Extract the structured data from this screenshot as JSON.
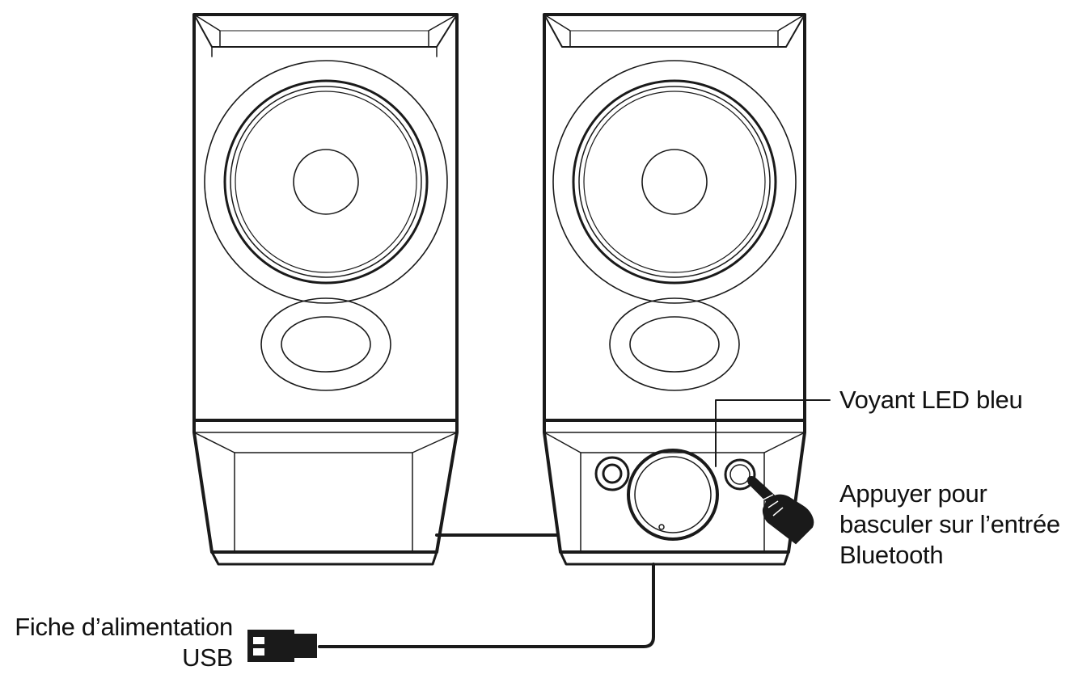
{
  "labels": {
    "led": "Voyant LED bleu",
    "press_line1": "Appuyer pour",
    "press_line2": "basculer sur l’entrée",
    "press_line3": "Bluetooth",
    "usb_line1": "Fiche d’alimentation",
    "usb_line2": "USB"
  },
  "colors": {
    "line": "#1a1a1a",
    "background": "#ffffff"
  }
}
